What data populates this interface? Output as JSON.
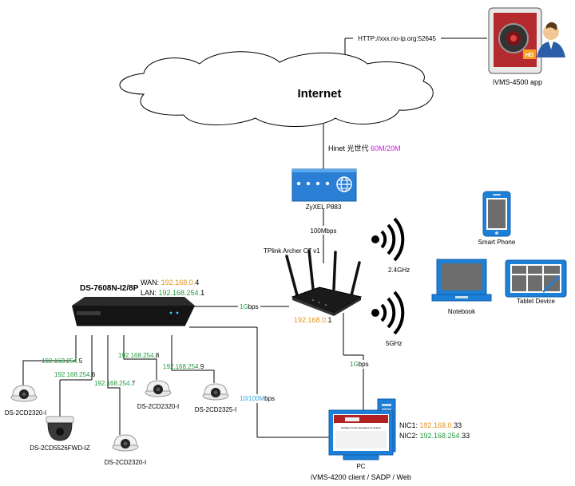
{
  "internet": {
    "label": "Internet"
  },
  "app": {
    "url": "HTTP://xxx.no-ip.org:52645",
    "caption": "iVMS-4500 app",
    "badge": "HD"
  },
  "isp": {
    "name": "Hinet 光世代 ",
    "speed": "60M/20M"
  },
  "modem": {
    "label": "ZyXEL P883"
  },
  "modem_link": {
    "label": "100Mbps"
  },
  "router": {
    "label": "TPlink Archer C7 v1",
    "ip_orange": "192.168.0.",
    "ip_black": "1"
  },
  "wifi": {
    "band1": "2.4GHz",
    "band2": "5GHz"
  },
  "wireless_devices": {
    "phone": "Smart Phone",
    "notebook": "Notebook",
    "tablet": "Tablet Device"
  },
  "nvr": {
    "label": "DS-7608N-I2/8P",
    "wan_prefix": "WAN: ",
    "wan_orange": "192.168.0.",
    "wan_black": "4",
    "lan_prefix": "LAN: ",
    "lan_green": "192.168.254.",
    "lan_black": "1"
  },
  "links": {
    "nvr_router_g": "1G",
    "nvr_router_b": "bps",
    "router_pc_g": "1G",
    "router_pc_b": "bps",
    "nvr_pc_blue": "10/100M",
    "nvr_pc_b": "bps"
  },
  "cameras": [
    {
      "ip_green": "192.168.254.",
      "ip_black": "5",
      "model": "DS-2CD2320-I"
    },
    {
      "ip_green": "192.168.254.",
      "ip_black": "6",
      "model": "DS-2CD5526FWD-IZ"
    },
    {
      "ip_green": "192.168.254.",
      "ip_black": "7",
      "model": "DS-2CD2320-I"
    },
    {
      "ip_green": "192.168.254.",
      "ip_black": "8",
      "model": "DS-2CD2320-I"
    },
    {
      "ip_green": "192.168.254.",
      "ip_black": "9",
      "model": "DS-2CD2325-I"
    }
  ],
  "pc": {
    "label": "PC",
    "caption": "iVMS-4200 client / SADP / Web",
    "nic1_prefix": "NIC1: ",
    "nic1_orange": "192.168.0.",
    "nic1_black": "33",
    "nic2_prefix": "NIC2: ",
    "nic2_green": "192.168.254.",
    "nic2_black": "33",
    "screen_title": "Intelligent Video Management System"
  },
  "colors": {
    "green": "#1e9b3c",
    "orange": "#e0921c",
    "magenta": "#c41ad6",
    "blue": "#3aa0e0",
    "device_blue": "#1c7fd8"
  }
}
